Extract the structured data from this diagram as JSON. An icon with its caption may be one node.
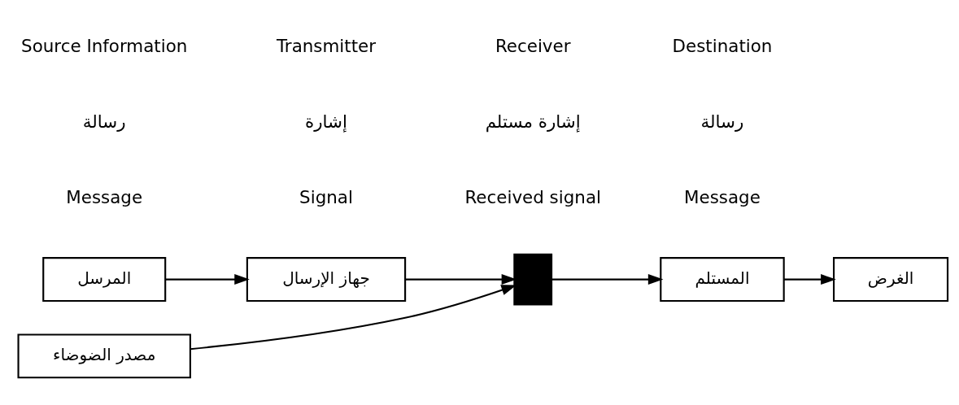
{
  "diagram": {
    "nodes": [
      {
        "text": [
          "المرسل"
        ]
      },
      {
        "text": [
          "جهاز الإرسال"
        ]
      },
      {
        "text": [],
        "shape": "box"
      },
      {
        "text": [
          "المستلم"
        ]
      },
      {
        "text": [
          "الغرض"
        ]
      },
      {
        "text": [
          "مصدر الضوضاء"
        ]
      }
    ],
    "edges": [
      {
        "from": 0,
        "to": 1,
        "arrow": "to"
      },
      {
        "from": 1,
        "to": 2,
        "arrow": "to"
      },
      {
        "from": 2,
        "to": 3,
        "arrow": "to"
      },
      {
        "from": 3,
        "to": 4,
        "arrow": "to"
      },
      {
        "from": 5,
        "to": 2,
        "arrow": "to"
      }
    ],
    "labels": [
      "Source Information",
      "Transmitter",
      "Receiver",
      "Destination",
      "رسالة",
      "إشارة",
      "إشارة مستلم",
      "رسالة",
      "Message",
      "Signal",
      "Received signal",
      "Message"
    ]
  }
}
